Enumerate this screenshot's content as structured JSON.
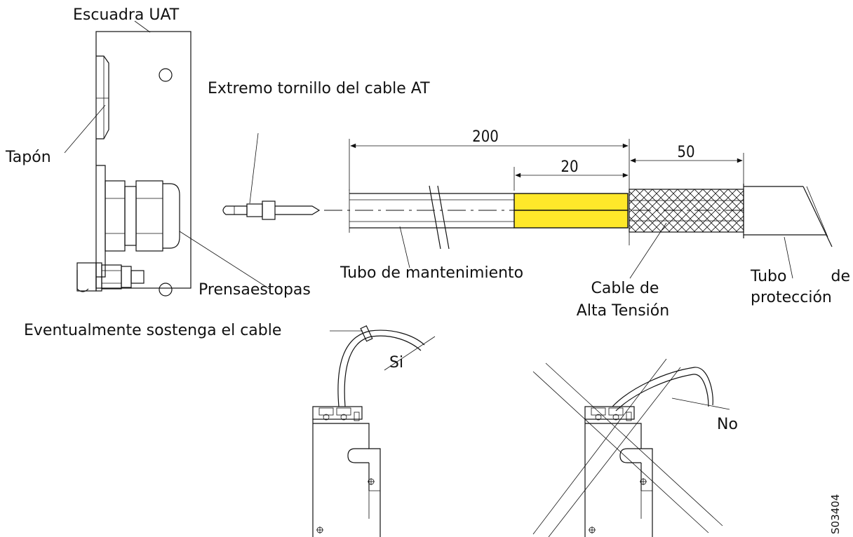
{
  "labels": {
    "escuadra": "Escuadra UAT",
    "extremo": "Extremo tornillo del cable AT",
    "tapon": "Tapón",
    "prensaestopas": "Prensaestopas",
    "tubo_mant": "Tubo de mantenimiento",
    "cable_l1": "Cable de",
    "cable_l2": "Alta Tensión",
    "tubo_l1a": "Tubo",
    "tubo_l1b": "de",
    "tubo_l2": "protección",
    "eventual": "Eventualmente sostenga el cable",
    "si": "Si",
    "no": "No",
    "code": "S03404"
  },
  "dimensions": {
    "d200": "200",
    "d20": "20",
    "d50": "50"
  },
  "colors": {
    "sleeve": "#ffe82a",
    "ink": "#111111"
  }
}
